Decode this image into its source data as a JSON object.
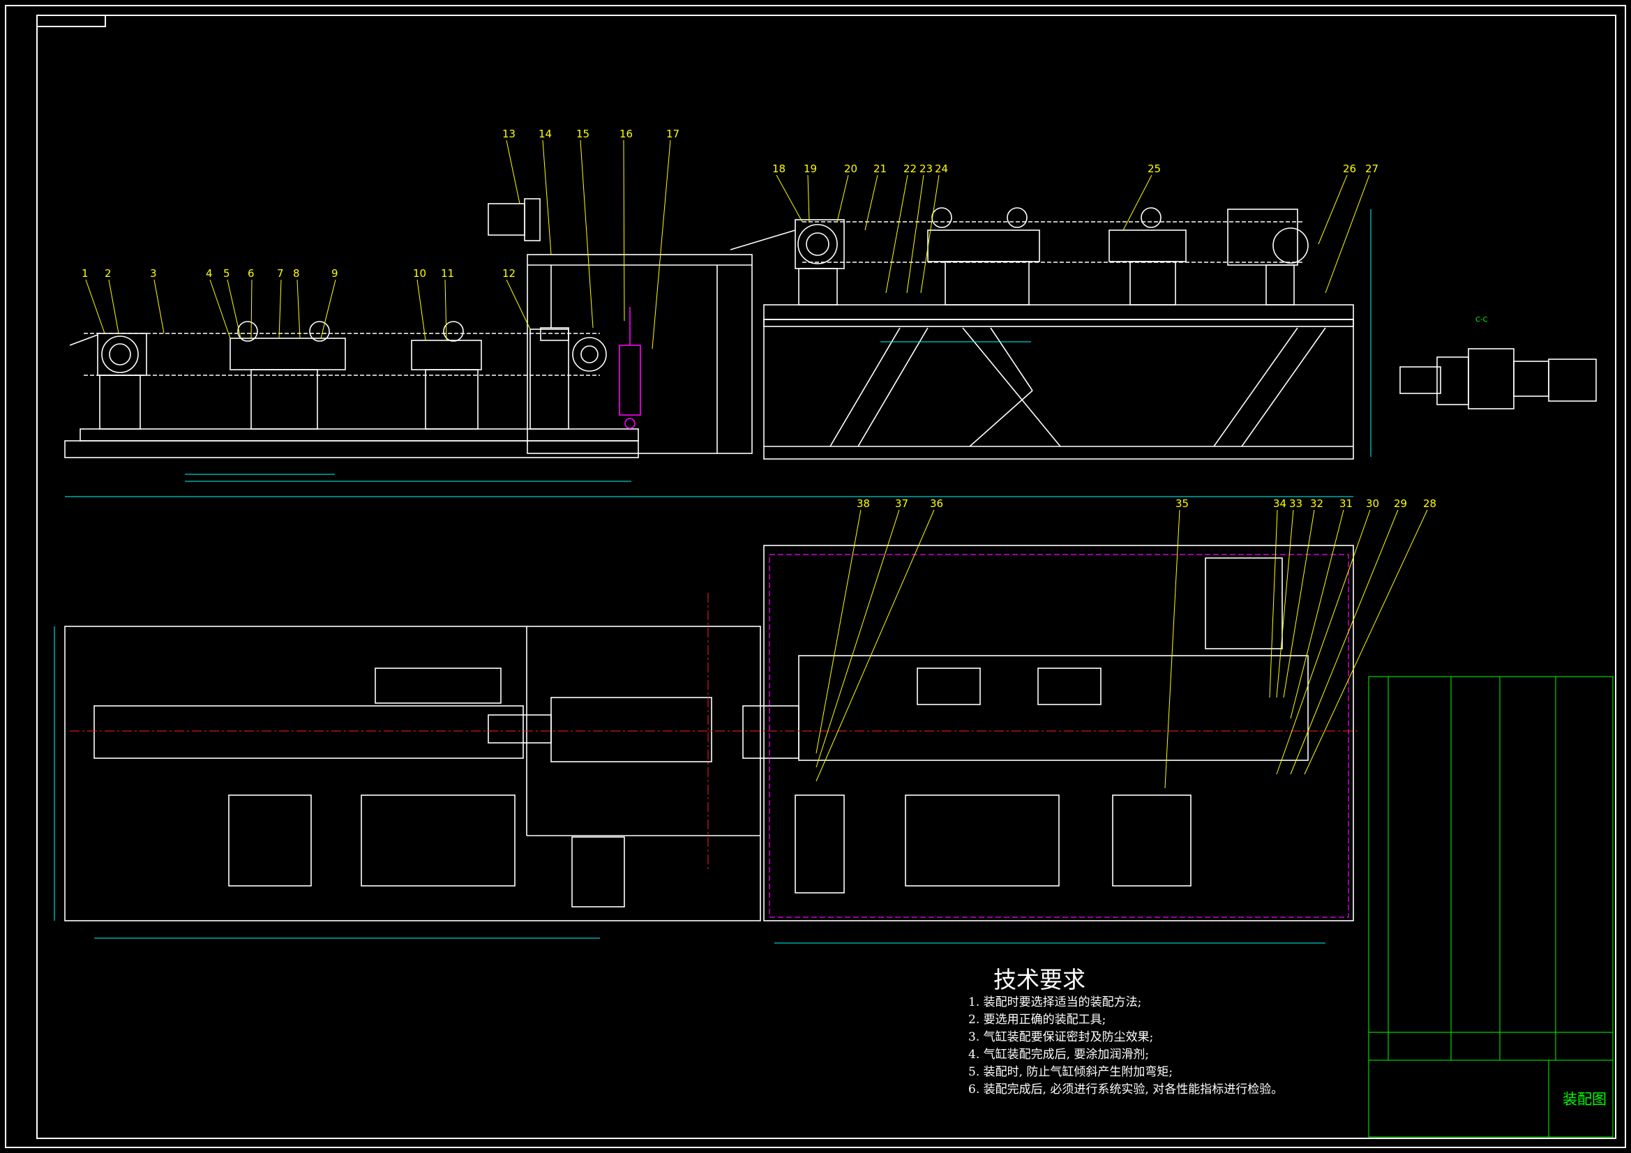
{
  "drawing": {
    "section_label": "C-C",
    "callouts": [
      "1",
      "2",
      "3",
      "4",
      "5",
      "6",
      "7",
      "8",
      "9",
      "10",
      "11",
      "12",
      "13",
      "14",
      "15",
      "16",
      "17",
      "18",
      "19",
      "20",
      "21",
      "22",
      "23",
      "24",
      "25",
      "26",
      "27",
      "28",
      "29",
      "30",
      "31",
      "32",
      "34",
      "33",
      "35",
      "36",
      "37",
      "38"
    ],
    "technical_requirements": {
      "title": "技术要求",
      "items": [
        "1. 装配时要选择适当的装配方法;",
        "2. 要选用正确的装配工具;",
        "3. 气缸装配要保证密封及防尘效果;",
        "4. 气缸装配完成后, 要涂加润滑剂;",
        "5. 装配时, 防止气缸倾斜产生附加弯矩;",
        "6. 装配完成后, 必须进行系统实验, 对各性能指标进行检验。"
      ]
    },
    "title_block": {
      "drawing_name": "装配图"
    }
  },
  "colors": {
    "background": "#000000",
    "outline": "#ffffff",
    "dimension": "#00ffff",
    "leader": "#ffff00",
    "center_line": "#ff2020",
    "cylinder": "#ff00ff",
    "table": "#00ff00"
  }
}
